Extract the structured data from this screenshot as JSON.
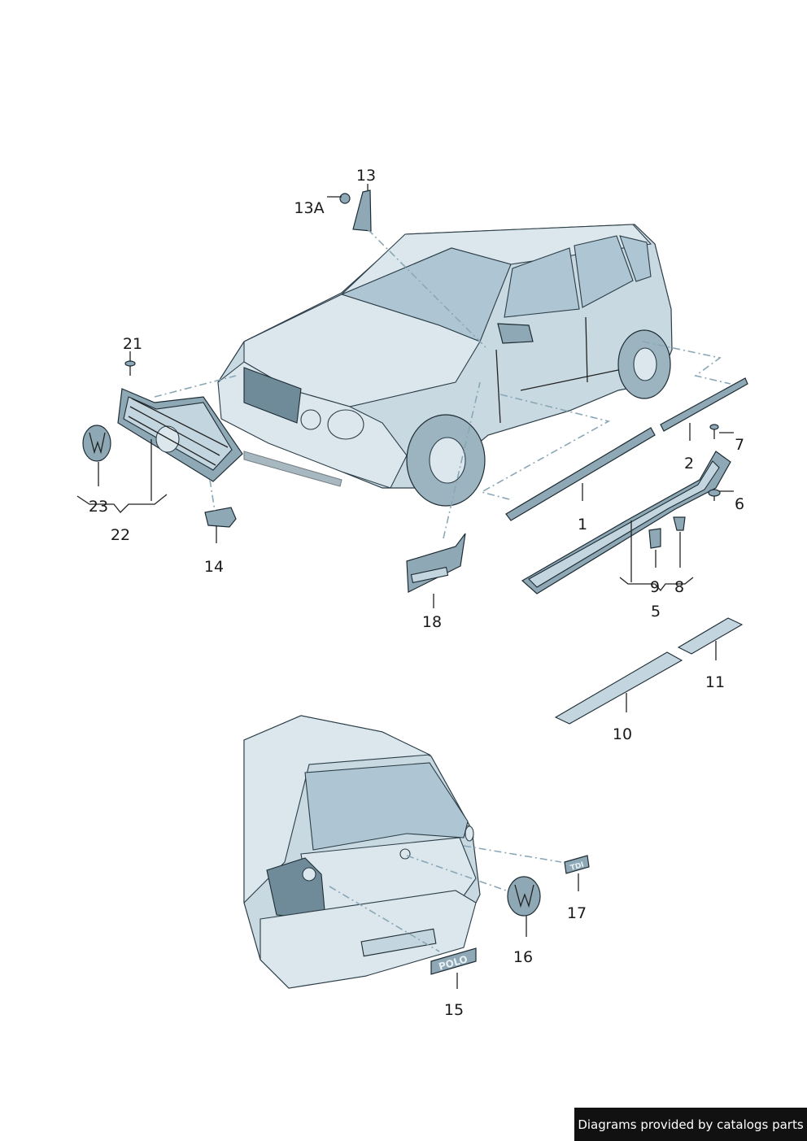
{
  "callouts": {
    "c1": "1",
    "c2": "2",
    "c5": "5",
    "c6": "6",
    "c7": "7",
    "c8": "8",
    "c9": "9",
    "c10": "10",
    "c11": "11",
    "c13": "13",
    "c13a": "13A",
    "c14": "14",
    "c15": "15",
    "c16": "16",
    "c17": "17",
    "c18": "18",
    "c21": "21",
    "c22": "22",
    "c23": "23"
  },
  "badges": {
    "polo": "POLO",
    "tdi": "TDI"
  },
  "footer": {
    "credit": "Diagrams provided by catalogs parts"
  }
}
